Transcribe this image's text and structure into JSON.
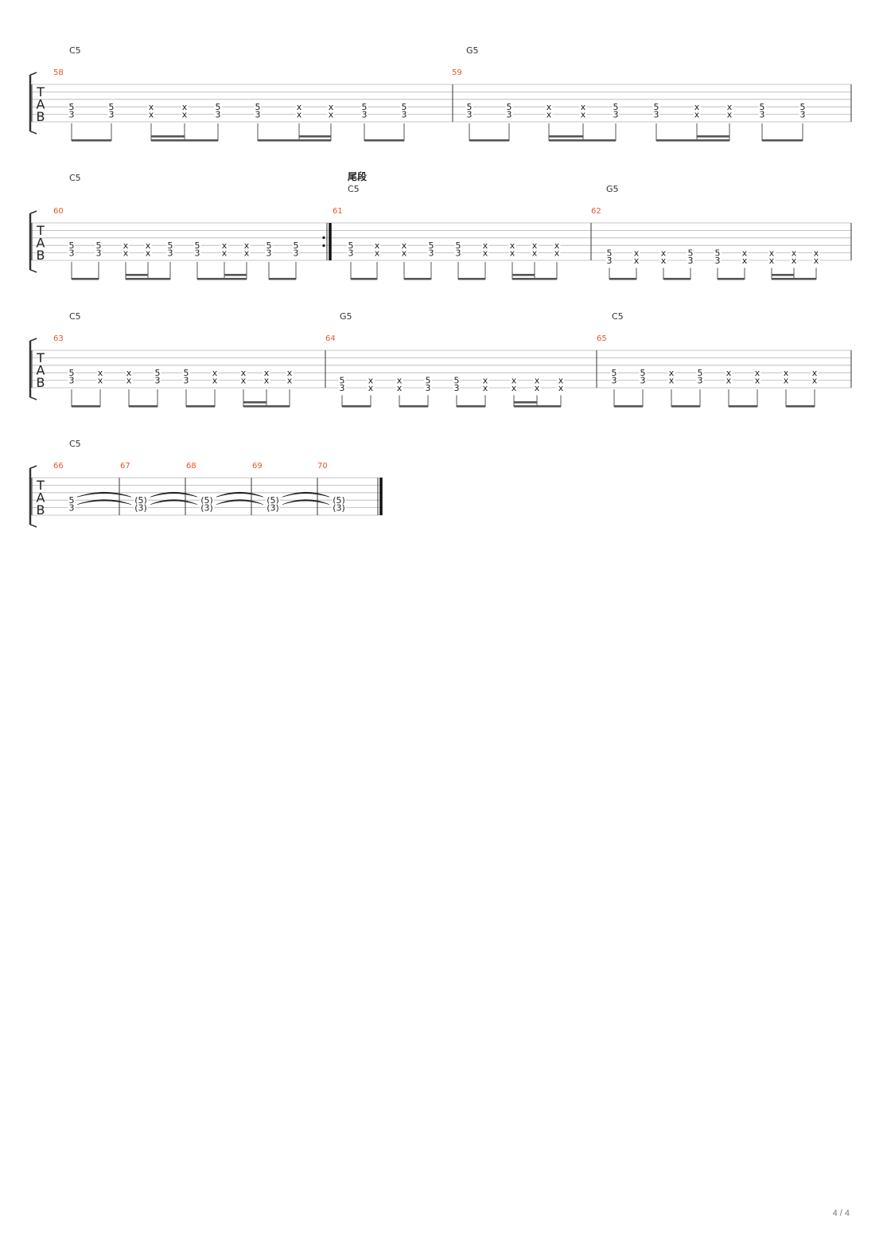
{
  "page": {
    "number": "4 / 4"
  },
  "clef": {
    "letters": [
      "T",
      "A",
      "B"
    ]
  },
  "colors": {
    "measure_number": "#e8562a",
    "ink": "#222222",
    "staff_line": "#b4b4b4",
    "bar": "#333333",
    "beam": "#555555",
    "text": "#333333"
  },
  "section_label": "尾段",
  "systems": [
    {
      "measures": [
        {
          "number": "58",
          "chord": "C5",
          "beats": [
            [
              "5",
              "3"
            ],
            [
              "5",
              "3"
            ],
            [
              "x",
              "x"
            ],
            [
              "x",
              "x"
            ],
            [
              "5",
              "3"
            ],
            [
              "5",
              "3"
            ],
            [
              "x",
              "x"
            ],
            [
              "x",
              "x"
            ],
            [
              "5",
              "3"
            ],
            [
              "5",
              "3"
            ]
          ],
          "beam_groups": [
            [
              0,
              1
            ],
            [
              2,
              3,
              4
            ],
            [
              5,
              6,
              7
            ],
            [
              8,
              9
            ]
          ],
          "sixteenth_pairs": [
            [
              2,
              3
            ],
            [
              6,
              7
            ]
          ]
        },
        {
          "number": "59",
          "chord": "G5",
          "beats": [
            [
              "5",
              "3"
            ],
            [
              "5",
              "3"
            ],
            [
              "x",
              "x"
            ],
            [
              "x",
              "x"
            ],
            [
              "5",
              "3"
            ],
            [
              "5",
              "3"
            ],
            [
              "x",
              "x"
            ],
            [
              "x",
              "x"
            ],
            [
              "5",
              "3"
            ],
            [
              "5",
              "3"
            ]
          ],
          "beam_groups": [
            [
              0,
              1
            ],
            [
              2,
              3,
              4
            ],
            [
              5,
              6,
              7
            ],
            [
              8,
              9
            ]
          ],
          "sixteenth_pairs": [
            [
              2,
              3
            ],
            [
              6,
              7
            ]
          ]
        }
      ]
    },
    {
      "measures": [
        {
          "number": "60",
          "chord": "C5",
          "repeat_end": true,
          "beats": [
            [
              "5",
              "3"
            ],
            [
              "5",
              "3"
            ],
            [
              "x",
              "x"
            ],
            [
              "x",
              "x"
            ],
            [
              "5",
              "3"
            ],
            [
              "5",
              "3"
            ],
            [
              "x",
              "x"
            ],
            [
              "x",
              "x"
            ],
            [
              "5",
              "3"
            ],
            [
              "5",
              "3"
            ]
          ],
          "beam_groups": [
            [
              0,
              1
            ],
            [
              2,
              3,
              4
            ],
            [
              5,
              6,
              7
            ],
            [
              8,
              9
            ]
          ],
          "sixteenth_pairs": [
            [
              2,
              3
            ],
            [
              6,
              7
            ]
          ]
        },
        {
          "number": "61",
          "chord": "C5",
          "section": true,
          "beats": [
            [
              "5",
              "3"
            ],
            [
              "x",
              "x"
            ],
            [
              "x",
              "x"
            ],
            [
              "5",
              "3"
            ],
            [
              "5",
              "3"
            ],
            [
              "x",
              "x"
            ],
            [
              "x",
              "x"
            ],
            [
              "x",
              "x"
            ],
            [
              "x",
              "x"
            ]
          ],
          "beam_groups": [
            [
              0,
              1
            ],
            [
              2,
              3
            ],
            [
              4,
              5
            ],
            [
              6,
              7,
              8
            ]
          ],
          "sixteenth_pairs": [
            [
              6,
              7
            ]
          ]
        },
        {
          "number": "62",
          "chord": "G5",
          "beats": [
            [
              "5",
              "3"
            ],
            [
              "x",
              "x"
            ],
            [
              "x",
              "x"
            ],
            [
              "5",
              "3"
            ],
            [
              "5",
              "3"
            ],
            [
              "x",
              "x"
            ],
            [
              "x",
              "x"
            ],
            [
              "x",
              "x"
            ],
            [
              "x",
              "x"
            ]
          ],
          "beam_groups": [
            [
              0,
              1
            ],
            [
              2,
              3
            ],
            [
              4,
              5
            ],
            [
              6,
              7,
              8
            ]
          ],
          "sixteenth_pairs": [
            [
              6,
              7
            ]
          ]
        }
      ]
    },
    {
      "measures": [
        {
          "number": "63",
          "chord": "C5",
          "beats": [
            [
              "5",
              "3"
            ],
            [
              "x",
              "x"
            ],
            [
              "x",
              "x"
            ],
            [
              "5",
              "3"
            ],
            [
              "5",
              "3"
            ],
            [
              "x",
              "x"
            ],
            [
              "x",
              "x"
            ],
            [
              "x",
              "x"
            ],
            [
              "x",
              "x"
            ]
          ],
          "beam_groups": [
            [
              0,
              1
            ],
            [
              2,
              3
            ],
            [
              4,
              5
            ],
            [
              6,
              7,
              8
            ]
          ],
          "sixteenth_pairs": [
            [
              6,
              7
            ]
          ]
        },
        {
          "number": "64",
          "chord": "G5",
          "beats": [
            [
              "5",
              "3"
            ],
            [
              "x",
              "x"
            ],
            [
              "x",
              "x"
            ],
            [
              "5",
              "3"
            ],
            [
              "5",
              "3"
            ],
            [
              "x",
              "x"
            ],
            [
              "x",
              "x"
            ],
            [
              "x",
              "x"
            ],
            [
              "x",
              "x"
            ]
          ],
          "beam_groups": [
            [
              0,
              1
            ],
            [
              2,
              3
            ],
            [
              4,
              5
            ],
            [
              6,
              7,
              8
            ]
          ],
          "sixteenth_pairs": [
            [
              6,
              7
            ]
          ]
        },
        {
          "number": "65",
          "chord": "C5",
          "beats": [
            [
              "5",
              "3"
            ],
            [
              "5",
              "3"
            ],
            [
              "x",
              "x"
            ],
            [
              "5",
              "3"
            ],
            [
              "x",
              "x"
            ],
            [
              "x",
              "x"
            ],
            [
              "x",
              "x"
            ],
            [
              "x",
              "x"
            ]
          ],
          "beam_groups": [
            [
              0,
              1
            ],
            [
              2,
              3
            ],
            [
              4,
              5
            ],
            [
              6,
              7
            ]
          ],
          "sixteenth_pairs": []
        }
      ]
    },
    {
      "measures": [
        {
          "number": "66",
          "chord": "C5",
          "beats": [
            [
              "5",
              "3"
            ]
          ],
          "beam_groups": [],
          "sixteenth_pairs": [],
          "tie_out": true
        },
        {
          "number": "67",
          "beats": [
            [
              "(5)",
              "(3)"
            ]
          ],
          "beam_groups": [],
          "sixteenth_pairs": [],
          "tie_out": true
        },
        {
          "number": "68",
          "beats": [
            [
              "(5)",
              "(3)"
            ]
          ],
          "beam_groups": [],
          "sixteenth_pairs": [],
          "tie_out": true
        },
        {
          "number": "69",
          "beats": [
            [
              "(5)",
              "(3)"
            ]
          ],
          "beam_groups": [],
          "sixteenth_pairs": [],
          "tie_out": true
        },
        {
          "number": "70",
          "beats": [
            [
              "(5)",
              "(3)"
            ]
          ],
          "beam_groups": [],
          "sixteenth_pairs": [],
          "final": true
        }
      ]
    }
  ]
}
